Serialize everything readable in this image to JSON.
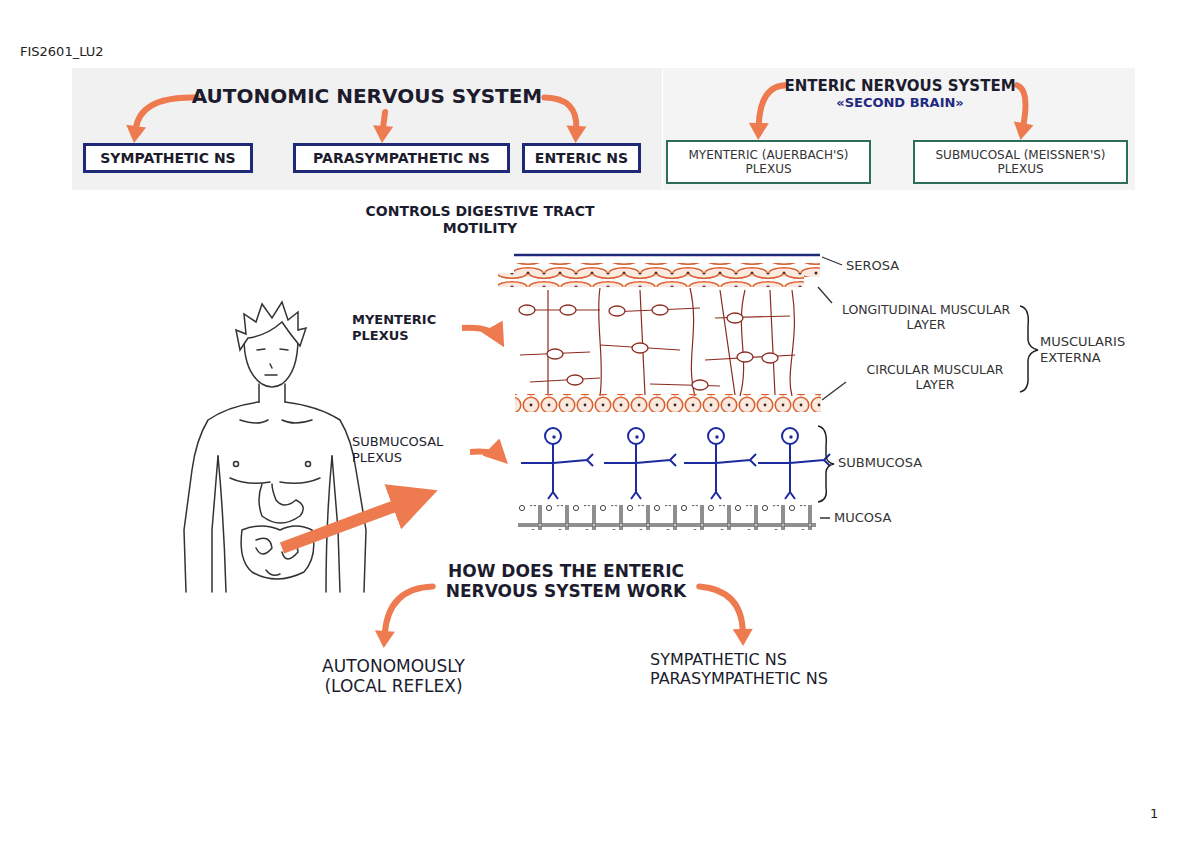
{
  "diagram": {
    "nodes": [
      {
        "text": [
          "AUTONOMIC NERVOUS SYSTEM"
        ]
      },
      {
        "text": [
          "SYMPATHETIC NS"
        ]
      },
      {
        "text": [
          "PARASYMPATHETIC NS"
        ]
      },
      {
        "text": [
          "ENTERIC NS"
        ]
      },
      {
        "text": [
          "ENTERIC NERVOUS SYSTEM",
          "«SECOND BRAIN»"
        ]
      },
      {
        "text": [
          "MYENTERIC (AUERBACH'S) PLEXUS"
        ]
      },
      {
        "text": [
          "SUBMUCOSAL (MEISSNER'S) PLEXUS"
        ]
      },
      {
        "text": [
          "HOW DOES THE ENTERIC NERVOUS SYSTEM WORK"
        ]
      },
      {
        "text": [
          "AUTONOMOUSLY (LOCAL REFLEX)"
        ]
      },
      {
        "text": [
          "SYMPATHETIC NS",
          "PARASYMPATHETIC NS"
        ]
      }
    ],
    "edges": [
      {
        "from": 0,
        "to": 1,
        "arrow": "to"
      },
      {
        "from": 0,
        "to": 2,
        "arrow": "to"
      },
      {
        "from": 0,
        "to": 3,
        "arrow": "to"
      },
      {
        "from": 4,
        "to": 5,
        "arrow": "to"
      },
      {
        "from": 4,
        "to": 6,
        "arrow": "to"
      },
      {
        "from": 7,
        "to": 8,
        "arrow": "to"
      },
      {
        "from": 7,
        "to": 9,
        "arrow": "to"
      }
    ],
    "labels": [
      "FIS2601_LU2",
      "CONTROLS DIGESTIVE TRACT MOTILITY",
      "SEROSA",
      "MYENTERIC PLEXUS",
      "LONGITUDINAL MUSCULAR LAYER",
      "MUSCULARIS EXTERNA",
      "CIRCULAR MUSCULAR LAYER",
      "SUBMUCOSAL PLEXUS",
      "SUBMUCOSA",
      "MUCOSA",
      "1"
    ]
  }
}
